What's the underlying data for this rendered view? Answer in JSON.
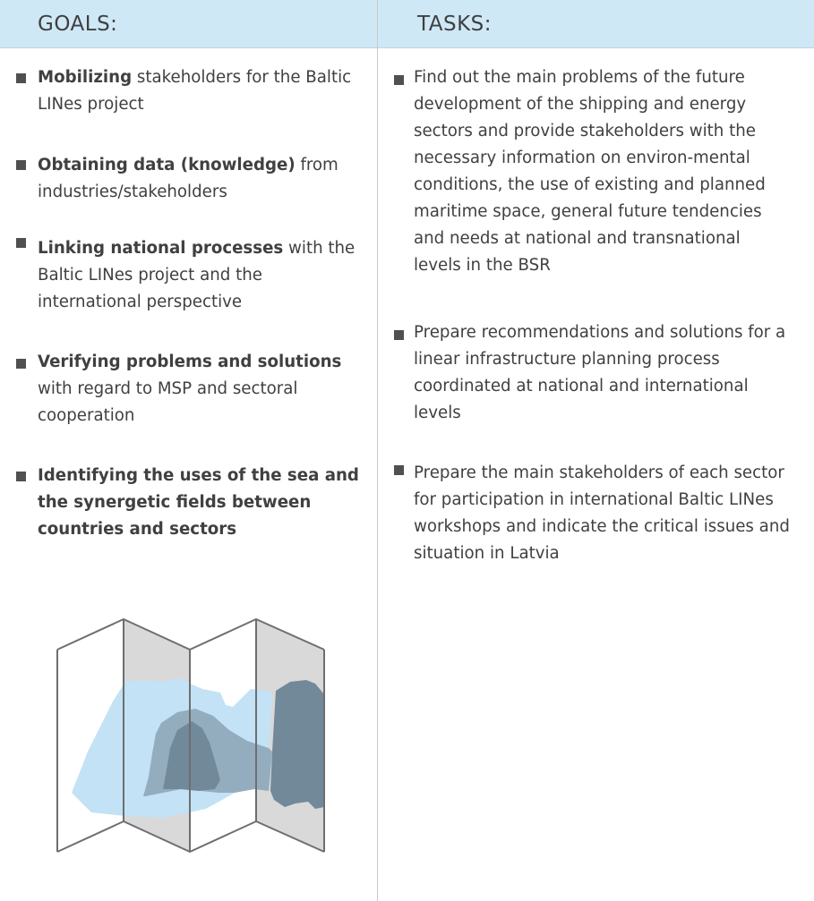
{
  "header": {
    "goals_title": "GOALS:",
    "tasks_title": "TASKS:"
  },
  "goals": [
    {
      "bold": "Mobilizing",
      "rest": " stakeholders for the Baltic LINes project"
    },
    {
      "bold": "Obtaining data (knowledge)",
      "rest": " from industries/stakeholders"
    },
    {
      "bold": "Linking national processes",
      "rest": " with the Baltic LINes project and the international perspective"
    },
    {
      "bold": "Verifying problems and solutions",
      "rest": " with regard to MSP and sectoral cooperation"
    },
    {
      "bold": "Identifying the uses of the sea and the synergetic fields between countries and  sectors",
      "rest": ""
    }
  ],
  "tasks": [
    {
      "text": "Find out the main problems of the future development of the shipping and energy sectors and provide stakeholders with the necessary information on environ-mental conditions, the use of existing and planned maritime space, general future tendencies and needs at national and transnational levels in the BSR"
    },
    {
      "text": "Prepare recommendations and solutions for a linear infrastructure planning process coordinated at national and international levels"
    },
    {
      "text": "Prepare the main stakeholders of each sector for participation in international Baltic LINes workshops and indicate the critical issues and situation in Latvia"
    }
  ],
  "colors": {
    "header_bg": "#cfe8f6",
    "text": "#404041",
    "map_panel_grey": "#d9d9d9",
    "map_sea": "#c3e2f5",
    "map_land_light": "#93adbf",
    "map_land_dark": "#72899a"
  },
  "icons": {
    "map": "folded-map-icon"
  }
}
